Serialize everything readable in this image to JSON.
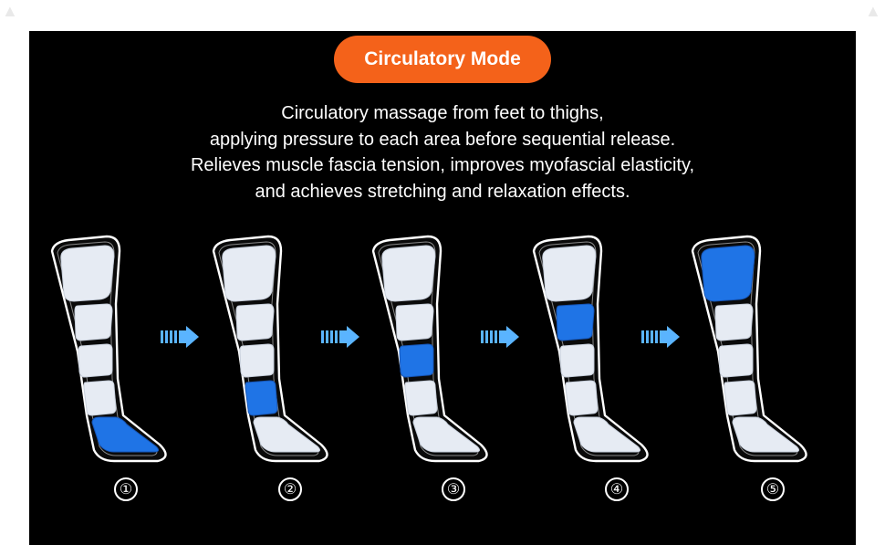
{
  "title": "Circulatory Mode",
  "description": [
    "Circulatory massage from feet to thighs,",
    "applying pressure to each area before sequential release.",
    "Relieves muscle fascia tension, improves myofascial elasticity,",
    "and achieves stretching and relaxation effects."
  ],
  "steps": [
    {
      "label": "①",
      "active_chamber": "foot"
    },
    {
      "label": "②",
      "active_chamber": "ankle"
    },
    {
      "label": "③",
      "active_chamber": "calf"
    },
    {
      "label": "④",
      "active_chamber": "knee"
    },
    {
      "label": "⑤",
      "active_chamber": "thigh"
    }
  ],
  "chambers_order": [
    "thigh",
    "knee",
    "calf",
    "ankle",
    "foot"
  ],
  "colors": {
    "background": "#000000",
    "accent": "#f4621a",
    "active": "#1f74e6",
    "inactive": "#e6ebf3",
    "outline": "#ffffff",
    "arrow": "#5ab4ff"
  },
  "arrow_icon": "right-arrow-icon"
}
